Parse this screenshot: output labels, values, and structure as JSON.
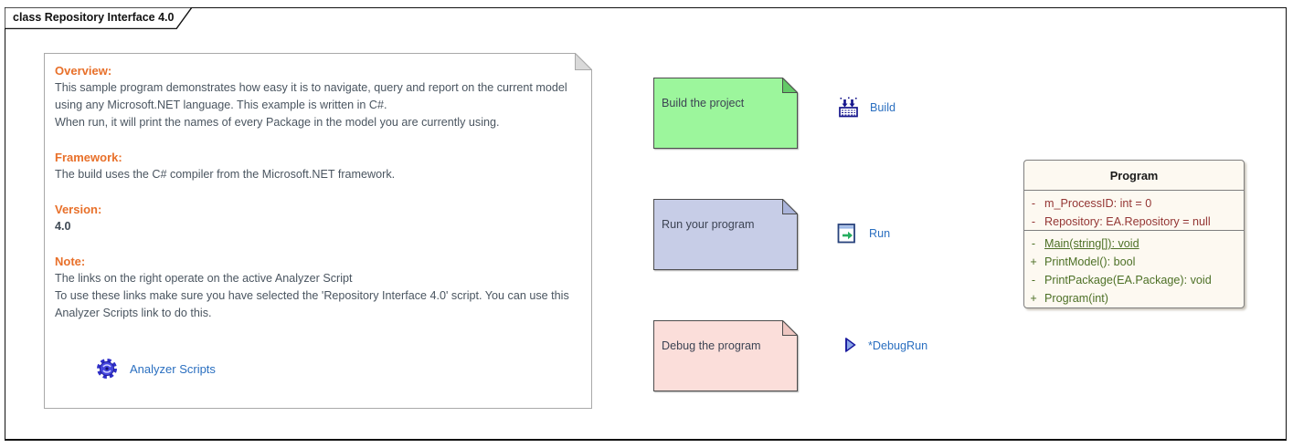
{
  "frame": {
    "title": "class Repository Interface 4.0"
  },
  "overview_note": {
    "sections": [
      {
        "heading": "Overview:",
        "p1": "This sample program demonstrates how easy it is to navigate, query and report on the current model using any Microsoft.NET language. This example is written in C#.",
        "p2": "When run, it will print the names of every Package in the model you are currently using."
      },
      {
        "heading": "Framework:",
        "p1": "The build uses the C# compiler from the Microsoft.NET framework."
      },
      {
        "heading": "Version:",
        "p1": "4.0"
      },
      {
        "heading": "Note:",
        "p1": "The links on the right operate on the active Analyzer Script",
        "p2": "To use these links make sure you have selected the 'Repository Interface 4.0' script. You can use this Analyzer Scripts link to do this."
      }
    ],
    "link": {
      "label": "Analyzer Scripts",
      "icon": "analyzer-scripts-icon"
    }
  },
  "notes": [
    {
      "text": "Build the project",
      "fill": "#9cf69c",
      "fold": "#63c967"
    },
    {
      "text": "Run your program",
      "fill": "#c7cde7",
      "fold": "#aab4da"
    },
    {
      "text": "Debug the program",
      "fill": "#fbdeda",
      "fold": "#eec6c1"
    }
  ],
  "links": [
    {
      "label": "Build",
      "icon": "build-icon"
    },
    {
      "label": "Run",
      "icon": "run-icon"
    },
    {
      "label": "*DebugRun",
      "icon": "debug-run-icon"
    }
  ],
  "class_box": {
    "title": "Program",
    "attributes": [
      {
        "vis": "-",
        "text": "m_ProcessID: int = 0"
      },
      {
        "vis": "-",
        "text": "Repository: EA.Repository = null"
      }
    ],
    "operations": [
      {
        "vis": "-",
        "text": "Main(string[]): void"
      },
      {
        "vis": "+",
        "text": "PrintModel(): bool"
      },
      {
        "vis": "-",
        "text": "PrintPackage(EA.Package): void"
      },
      {
        "vis": "+",
        "text": "Program(int)"
      }
    ]
  },
  "colors": {
    "heading_orange": "#e8702a",
    "body_gray": "#4a5560",
    "link_blue": "#2a6fc0",
    "attribute_maroon": "#943634",
    "operation_green": "#4d7026",
    "class_fill": "#fdf9f1",
    "note_green": "#9cf69c",
    "note_blue": "#c7cde7",
    "note_pink": "#fbdeda"
  }
}
